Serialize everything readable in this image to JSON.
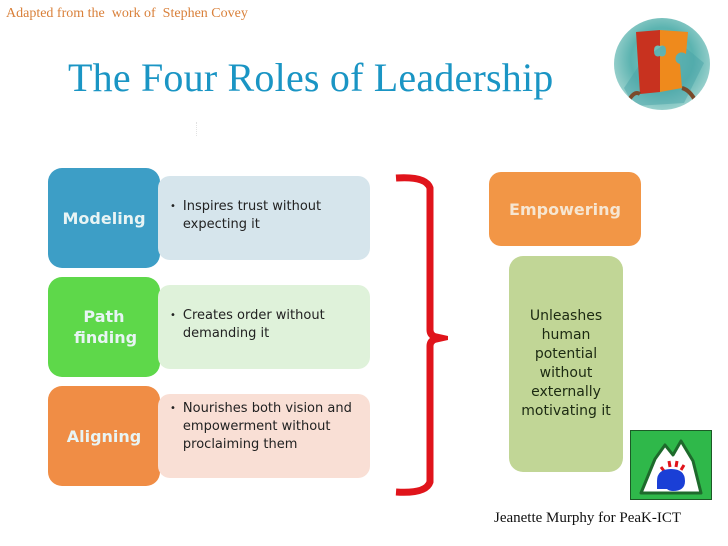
{
  "header": {
    "attribution": "Adapted from the  work of  Stephen Covey",
    "title": "The Four Roles of Leadership"
  },
  "roles": [
    {
      "label": "Modeling",
      "description": "Inspires trust without expecting it",
      "color": "#3d9ec6",
      "desc_bg": "#d6e5ec"
    },
    {
      "label": "Path finding",
      "description": "Creates order without demanding it",
      "color": "#5ed84a",
      "desc_bg": "#dff2da"
    },
    {
      "label": "Aligning",
      "description": "Nourishes both vision and empowerment without proclaiming them",
      "color": "#f08d45",
      "desc_bg": "#f9dfd5"
    }
  ],
  "bullet_glyph": "•",
  "result": {
    "label": "Empowering",
    "color": "#f29646",
    "description": "Unleashes human potential without externally motivating it",
    "desc_bg": "#c1d696"
  },
  "brace_color": "#e0141b",
  "footer": {
    "credit": "Jeanette Murphy for PeaK-ICT"
  },
  "icons": {
    "top_right": "puzzle-pieces-icon",
    "bottom_right": "peak-ict-logo-icon"
  }
}
